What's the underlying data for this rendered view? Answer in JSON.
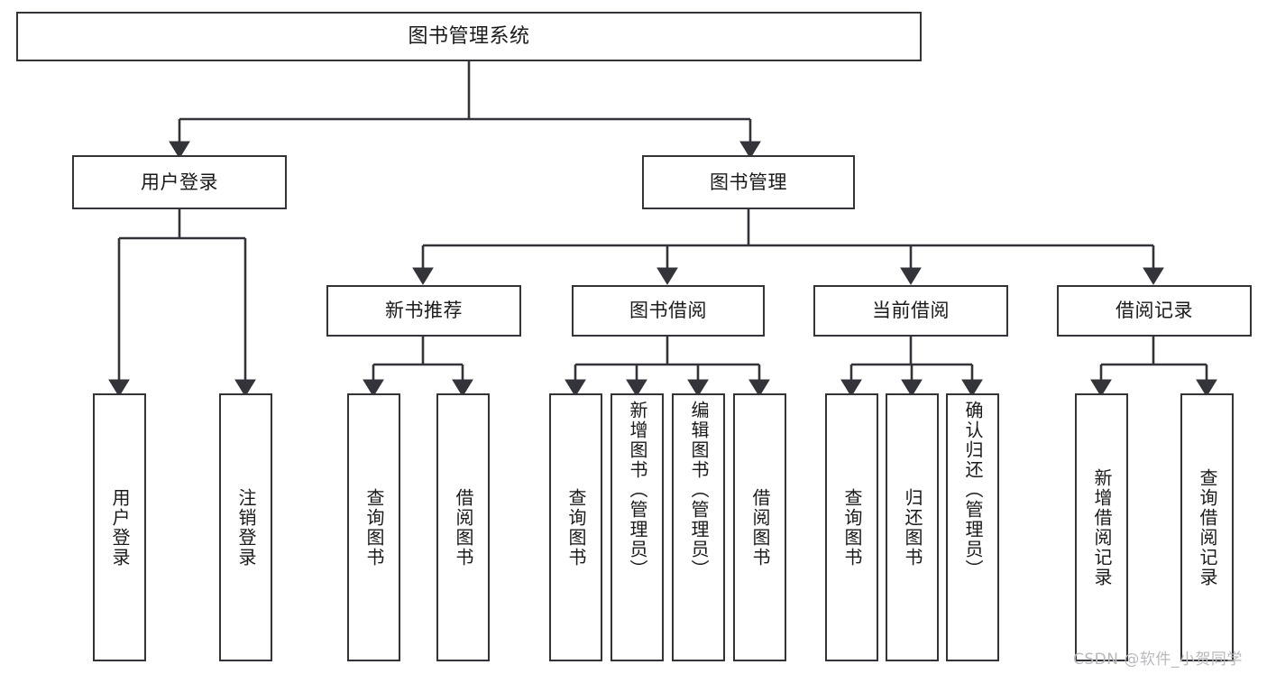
{
  "diagram": {
    "title": "图书管理系统",
    "type": "tree-hierarchy-chart",
    "background": "#ffffff",
    "line_color": "#33333a",
    "text_color": "#1a1a1a"
  },
  "nodes": {
    "root": {
      "label": "图书管理系统"
    },
    "level2": [
      {
        "label": "用户登录"
      },
      {
        "label": "图书管理"
      }
    ],
    "level3": [
      {
        "label": "新书推荐"
      },
      {
        "label": "图书借阅"
      },
      {
        "label": "当前借阅"
      },
      {
        "label": "借阅记录"
      }
    ],
    "leaves": {
      "user_login": [
        {
          "label": "用户登录"
        },
        {
          "label": "注销登录"
        }
      ],
      "new_book_recommend": [
        {
          "label": "查询图书"
        },
        {
          "label": "借阅图书"
        }
      ],
      "book_borrow": [
        {
          "label": "查询图书"
        },
        {
          "label": "新增图书（管理员）"
        },
        {
          "label": "编辑图书（管理员）"
        },
        {
          "label": "借阅图书"
        }
      ],
      "current_borrow": [
        {
          "label": "查询图书"
        },
        {
          "label": "归还图书"
        },
        {
          "label": "确认归还（管理员）"
        }
      ],
      "borrow_record": [
        {
          "label": "新增借阅记录"
        },
        {
          "label": "查询借阅记录"
        }
      ]
    }
  },
  "watermark": {
    "text": "CSDN @软件_小贺同学"
  }
}
